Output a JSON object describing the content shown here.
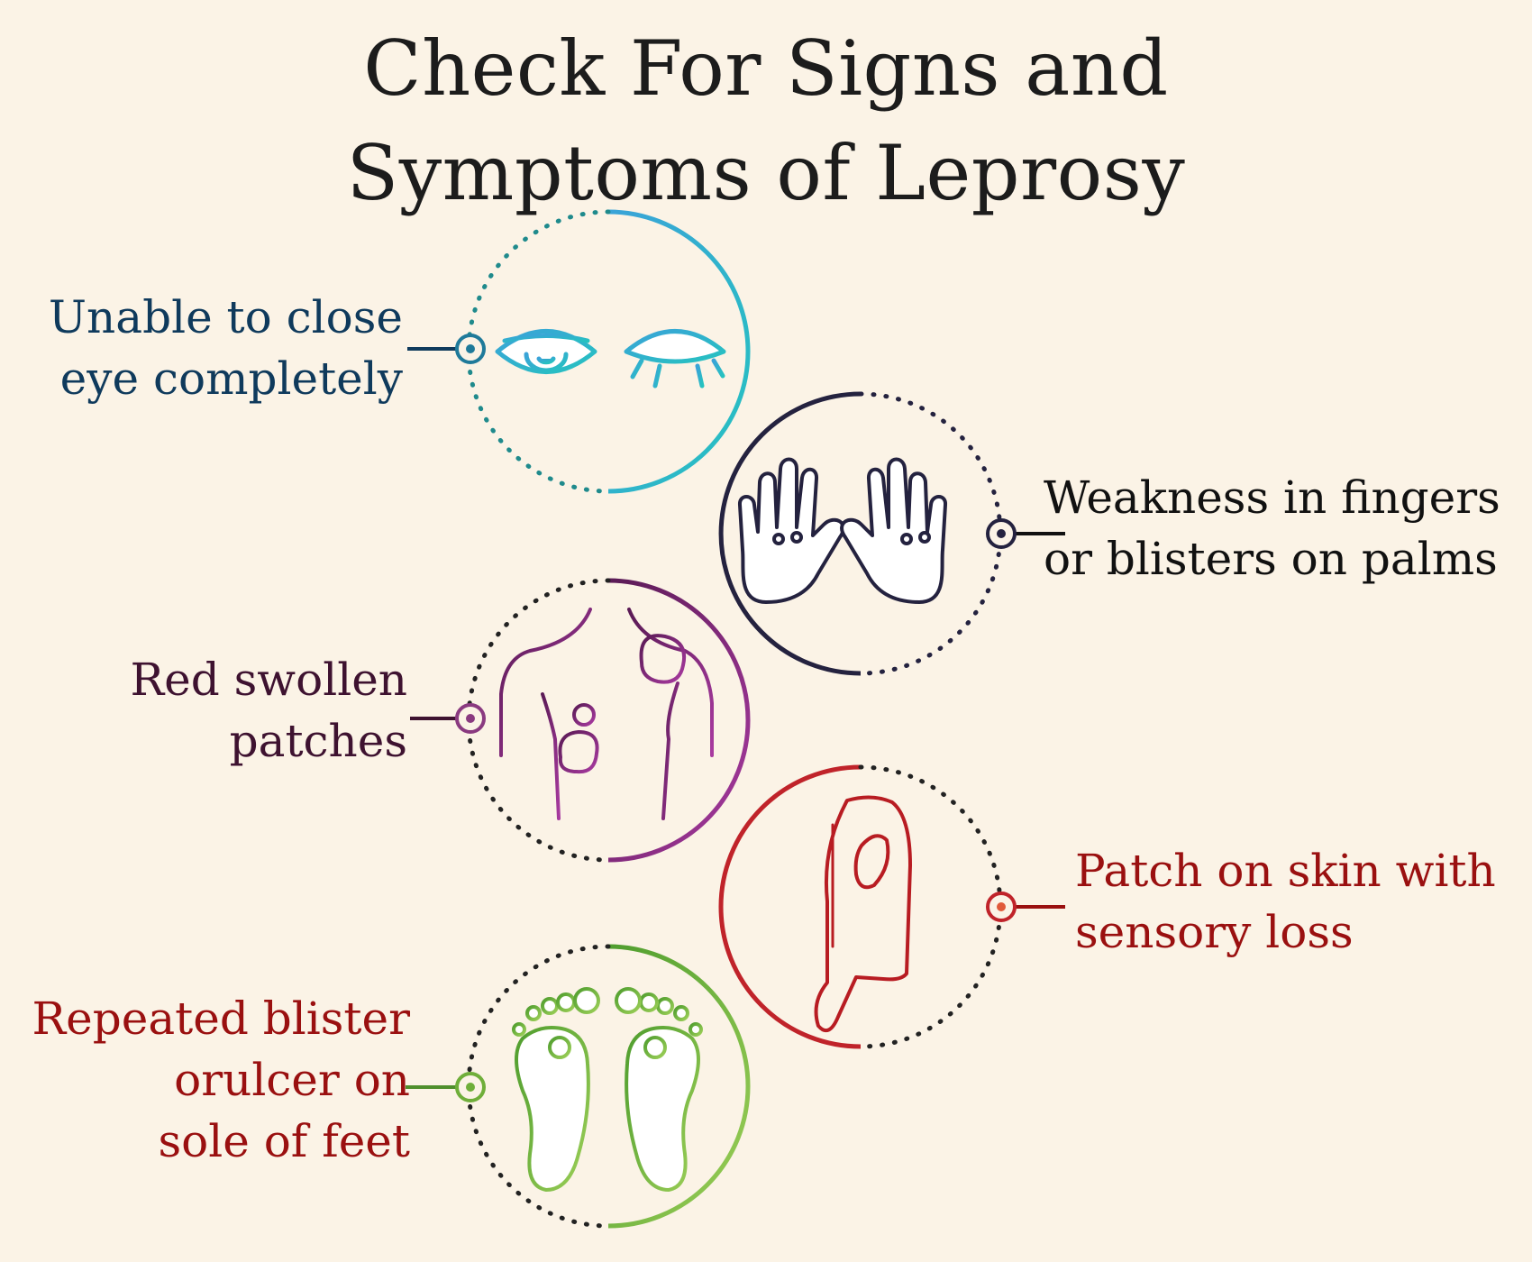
{
  "title": {
    "line1": "Check For Signs and",
    "line2": "Symptoms of Leprosy"
  },
  "symptoms": [
    {
      "id": "eye",
      "lines": [
        "Unable to close",
        "eye completely"
      ],
      "color": "#0f3a5c",
      "ring_color": "#2bb3c9",
      "icon": "eyes-icon"
    },
    {
      "id": "hands",
      "lines": [
        "Weakness in fingers",
        "or blisters on palms"
      ],
      "color": "#111111",
      "ring_color": "#24223f",
      "icon": "hands-icon"
    },
    {
      "id": "patches",
      "lines": [
        "Red swollen",
        "patches"
      ],
      "color": "#3e1230",
      "ring_color": "#7a2a6e",
      "icon": "torso-icon"
    },
    {
      "id": "skin",
      "lines": [
        "Patch on skin with",
        "sensory loss"
      ],
      "color": "#9a1010",
      "ring_color": "#c0232a",
      "icon": "arm-icon"
    },
    {
      "id": "feet",
      "lines": [
        "Repeated blister",
        "orulcer on",
        "sole of feet"
      ],
      "color": "#9a1010",
      "ring_color": "#6fae3a",
      "icon": "feet-icon"
    }
  ]
}
